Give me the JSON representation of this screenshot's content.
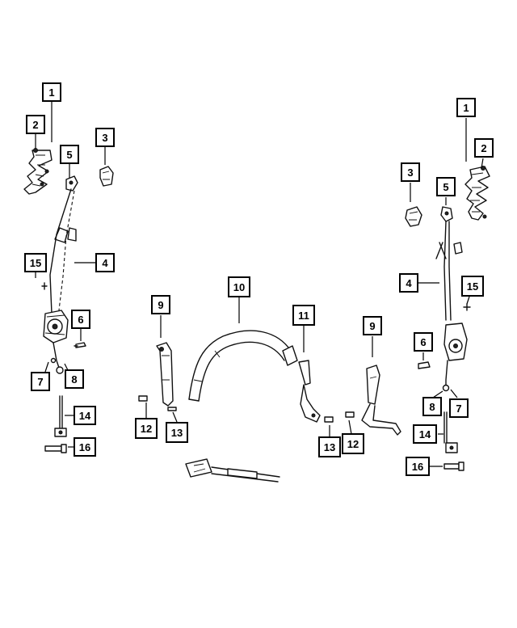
{
  "callouts": [
    {
      "id": "c1-left",
      "label": "1"
    },
    {
      "id": "c2-left",
      "label": "2"
    },
    {
      "id": "c3-left",
      "label": "3"
    },
    {
      "id": "c4-left",
      "label": "4"
    },
    {
      "id": "c5-left",
      "label": "5"
    },
    {
      "id": "c6-left",
      "label": "6"
    },
    {
      "id": "c7-left",
      "label": "7"
    },
    {
      "id": "c8-left",
      "label": "8"
    },
    {
      "id": "c15-left",
      "label": "15"
    },
    {
      "id": "c14-left",
      "label": "14"
    },
    {
      "id": "c16-left",
      "label": "16"
    },
    {
      "id": "c9-center-left",
      "label": "9"
    },
    {
      "id": "c10",
      "label": "10"
    },
    {
      "id": "c11",
      "label": "11"
    },
    {
      "id": "c9-center-right",
      "label": "9"
    },
    {
      "id": "c12-center-left",
      "label": "12"
    },
    {
      "id": "c13-center-left",
      "label": "13"
    },
    {
      "id": "c13-center-right",
      "label": "13"
    },
    {
      "id": "c12-center-right",
      "label": "12"
    },
    {
      "id": "c1-right",
      "label": "1"
    },
    {
      "id": "c2-right",
      "label": "2"
    },
    {
      "id": "c3-right",
      "label": "3"
    },
    {
      "id": "c5-right",
      "label": "5"
    },
    {
      "id": "c4-right",
      "label": "4"
    },
    {
      "id": "c15-right",
      "label": "15"
    },
    {
      "id": "c6-right",
      "label": "6"
    },
    {
      "id": "c8-right",
      "label": "8"
    },
    {
      "id": "c7-right",
      "label": "7"
    },
    {
      "id": "c14-right",
      "label": "14"
    },
    {
      "id": "c16-right",
      "label": "16"
    }
  ]
}
